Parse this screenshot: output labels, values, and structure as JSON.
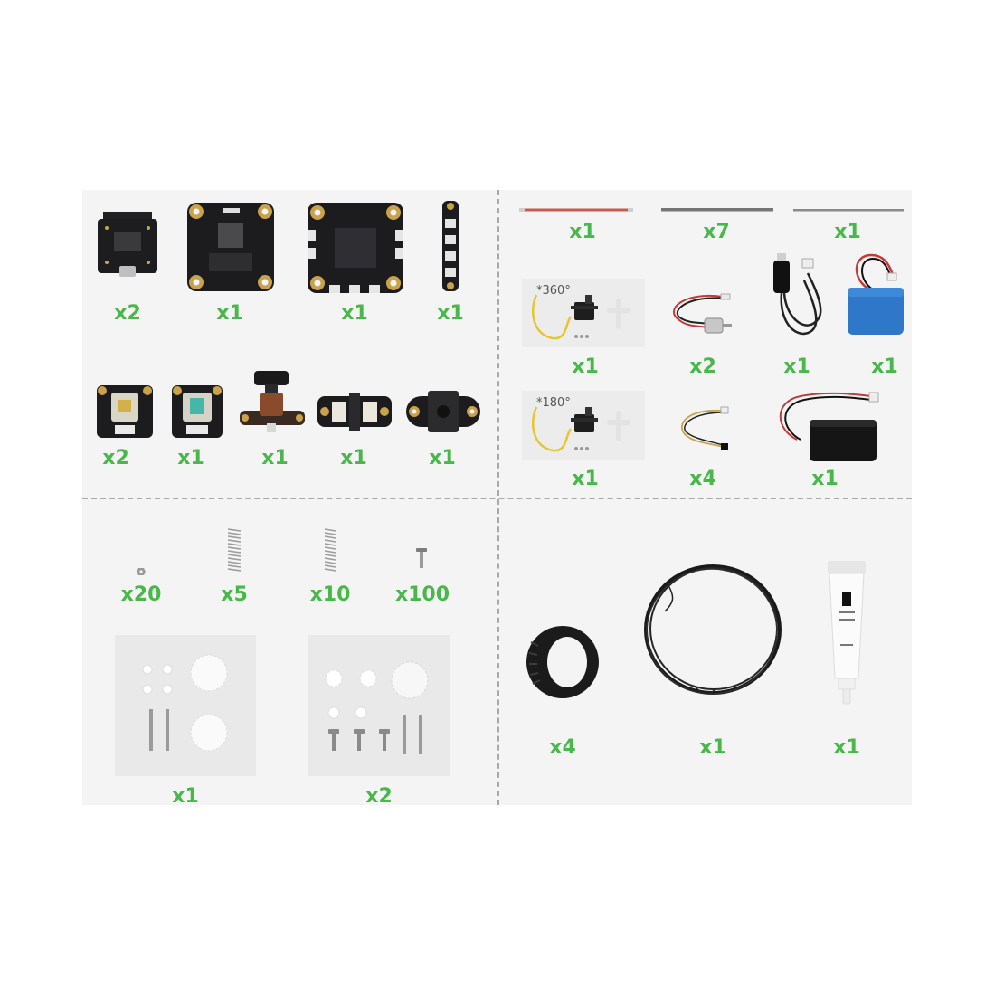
{
  "colors": {
    "background": "#ffffff",
    "panel": "#f4f4f4",
    "divider": "#a8a8a8",
    "quantity_label": "#49b84a"
  },
  "top_left": {
    "row1": [
      {
        "icon": "mini-controller-board-icon",
        "qty": "x2"
      },
      {
        "icon": "shield-x16-board-icon",
        "qty": "x1"
      },
      {
        "icon": "shield-x12-board-icon",
        "qty": "x1"
      },
      {
        "icon": "led-strip-module-icon",
        "qty": "x1"
      }
    ],
    "row2": [
      {
        "icon": "sensor-module-icon",
        "qty": "x2"
      },
      {
        "icon": "color-sensor-module-icon",
        "qty": "x1"
      },
      {
        "icon": "slide-potentiometer-module-icon",
        "qty": "x1"
      },
      {
        "icon": "line-follower-module-icon",
        "qty": "x1"
      },
      {
        "icon": "push-button-module-icon",
        "qty": "x1"
      }
    ]
  },
  "top_right": {
    "row1": [
      {
        "icon": "red-cable-icon",
        "qty": "x1"
      },
      {
        "icon": "gray-cable-icon",
        "qty": "x7"
      },
      {
        "icon": "thin-cable-icon",
        "qty": "x1"
      }
    ],
    "row2": [
      {
        "icon": "servo-360-icon",
        "qty": "x1",
        "tile_label": "*360°"
      },
      {
        "icon": "dc-motor-icon",
        "qty": "x2"
      },
      {
        "icon": "usb-charging-cable-icon",
        "qty": "x1"
      },
      {
        "icon": "battery-icon",
        "qty": "x1"
      }
    ],
    "row3": [
      {
        "icon": "servo-180-icon",
        "qty": "x1",
        "tile_label": "*180°"
      },
      {
        "icon": "led-wire-icon",
        "qty": "x4"
      },
      {
        "icon": "battery-box-icon",
        "qty": "x1"
      }
    ]
  },
  "bottom_left": {
    "row1": [
      {
        "icon": "nut-icon",
        "qty": "x20"
      },
      {
        "icon": "spring-icon",
        "qty": "x5"
      },
      {
        "icon": "long-spring-icon",
        "qty": "x10"
      },
      {
        "icon": "screw-icon",
        "qty": "x100"
      }
    ],
    "row2": [
      {
        "icon": "gear-set-icon",
        "qty": "x1"
      },
      {
        "icon": "gear-screw-set-icon",
        "qty": "x2"
      }
    ]
  },
  "bottom_right": [
    {
      "icon": "tire-icon",
      "qty": "x4"
    },
    {
      "icon": "wire-coil-icon",
      "qty": "x1"
    },
    {
      "icon": "grease-tube-icon",
      "qty": "x1"
    }
  ]
}
